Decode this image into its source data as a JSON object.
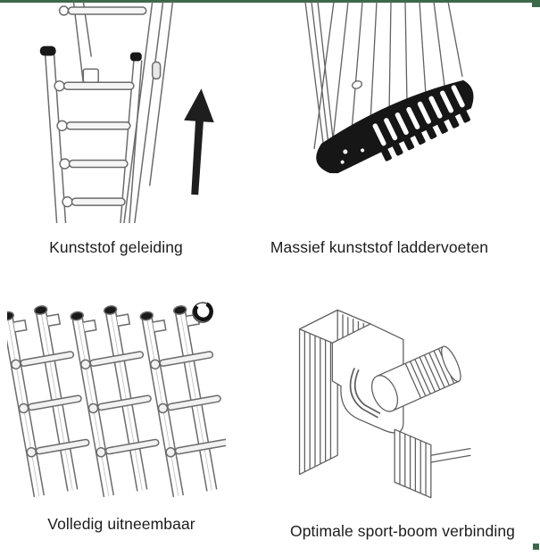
{
  "page": {
    "background": "#ffffff",
    "accent_green": "#3E684A",
    "text_color": "#1c1c1c",
    "language": "nl"
  },
  "features": [
    {
      "caption": "Kunststof geleiding",
      "icon": "extension-ladder-up-arrow-illustration"
    },
    {
      "caption": "Massief kunststof laddervoeten",
      "icon": "ladder-foot-illustration"
    },
    {
      "caption": "Volledig uitneembaar",
      "icon": "removable-ladder-sections-illustration"
    },
    {
      "caption": "Optimale sport-boom verbinding",
      "icon": "rung-stile-connection-illustration"
    }
  ]
}
